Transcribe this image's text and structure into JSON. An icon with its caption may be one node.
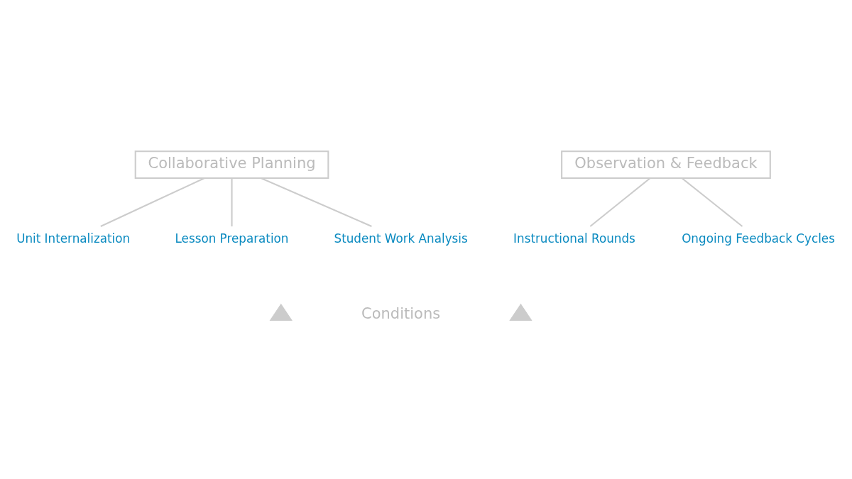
{
  "diagram": {
    "nodes": [
      {
        "text": [
          "Collaborative Planning"
        ]
      },
      {
        "text": [
          "Observation & Feedback"
        ]
      },
      {
        "text": [
          "Unit Internalization"
        ]
      },
      {
        "text": [
          "Lesson Preparation"
        ]
      },
      {
        "text": [
          "Student Work Analysis"
        ]
      },
      {
        "text": [
          "Instructional Rounds"
        ]
      },
      {
        "text": [
          "Ongoing Feedback Cycles"
        ]
      },
      {
        "text": [],
        "shape": "triangle"
      },
      {
        "text": [],
        "shape": "triangle"
      }
    ],
    "edges": [
      {
        "from": 0,
        "to": 2,
        "arrow": "none"
      },
      {
        "from": 0,
        "to": 3,
        "arrow": "none"
      },
      {
        "from": 0,
        "to": 4,
        "arrow": "none"
      },
      {
        "from": 1,
        "to": 5,
        "arrow": "none"
      },
      {
        "from": 1,
        "to": 6,
        "arrow": "none"
      }
    ],
    "labels": [
      "Conditions"
    ]
  }
}
